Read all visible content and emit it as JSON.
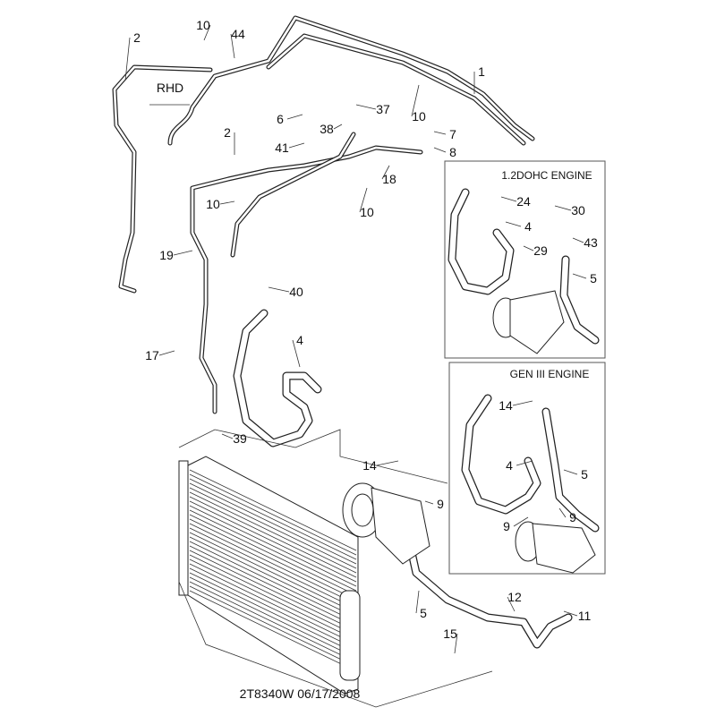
{
  "diagram": {
    "rhd_label": "RHD",
    "footer": "2T8340W  06/17/2008",
    "inset_1_title": "1.2DOHC ENGINE",
    "inset_2_title": "GEN III ENGINE",
    "main_callouts": [
      "2",
      "10",
      "44",
      "1",
      "10",
      "37",
      "6",
      "38",
      "41",
      "2",
      "7",
      "8",
      "18",
      "10",
      "10",
      "19",
      "40",
      "17",
      "4",
      "39",
      "14",
      "9",
      "5",
      "12",
      "11",
      "15"
    ],
    "inset_1_callouts": [
      "24",
      "4",
      "30",
      "29",
      "43",
      "5"
    ],
    "inset_2_callouts": [
      "14",
      "4",
      "5",
      "9",
      "9"
    ]
  }
}
